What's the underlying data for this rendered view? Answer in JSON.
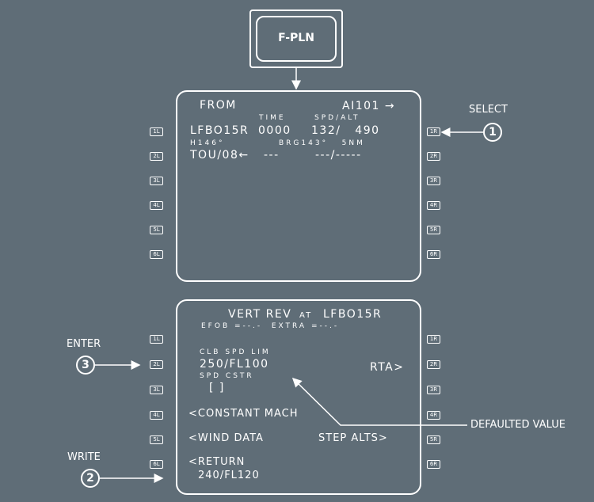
{
  "fpln_key": {
    "label": "F-PLN"
  },
  "lsk_left": [
    "1L",
    "2L",
    "3L",
    "4L",
    "5L",
    "6L"
  ],
  "lsk_right": [
    "1R",
    "2R",
    "3R",
    "4R",
    "5R",
    "6R"
  ],
  "page1": {
    "title": "FROM",
    "flight": "AI101 →",
    "header_time": "TIME",
    "header_spdalt": "SPD/ALT",
    "row1_wpt": "LFBO15R",
    "row1_time": "0000",
    "row1_spdalt": "132/   490",
    "row1b_hdg": "H146°",
    "row1b_brg": "BRG143°   5NM",
    "row2_wpt": "TOU/08←",
    "row2_time": "---",
    "row2_spdalt": "---/-----"
  },
  "page2": {
    "title_a": "VERT REV",
    "title_at": "AT",
    "title_b": "LFBO15R",
    "efob_line": "EFOB =--.-  EXTRA =--.-",
    "clb_label": "CLB SPD LIM",
    "clb_value": "250/FL100",
    "rta": "RTA>",
    "spd_cstr_label": "SPD CSTR",
    "spd_cstr_value": "[ ]",
    "constant_mach": "<CONSTANT MACH",
    "wind_data": "<WIND DATA",
    "step_alts": "STEP ALTS>",
    "return": "<RETURN",
    "return_value": "240/FL120"
  },
  "callouts": {
    "select": {
      "label": "SELECT",
      "number": "1"
    },
    "write": {
      "label": "WRITE",
      "number": "2"
    },
    "enter": {
      "label": "ENTER",
      "number": "3"
    },
    "defaulted": {
      "label": "DEFAULTED VALUE"
    }
  }
}
